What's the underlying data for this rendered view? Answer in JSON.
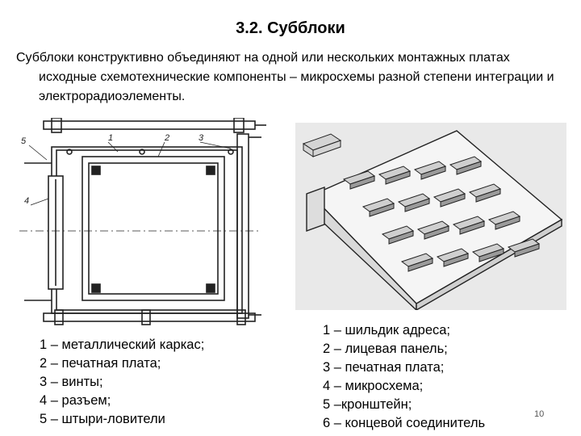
{
  "slide": {
    "title": "3.2. Субблоки",
    "intro": "Субблоки конструктивно объединяют на одной или нескольких монтажных платах исходные схемотехнические компоненты – микросхемы разной степени интеграции и электрорадиоэлементы.",
    "page_number": "10"
  },
  "figure1": {
    "callouts": [
      "1",
      "2",
      "3",
      "4",
      "5"
    ],
    "legend": [
      "1 – металлический каркас;",
      "2 – печатная плата;",
      "3 – винты;",
      "4 – разъем;",
      "5 – штыри-ловители"
    ]
  },
  "figure2": {
    "legend": [
      "1 – шильдик адреса;",
      "2 – лицевая панель;",
      "3 – печатная плата;",
      "4 – микросхема;",
      "5 –кронштейн;",
      "6 – концевой соединитель"
    ]
  }
}
